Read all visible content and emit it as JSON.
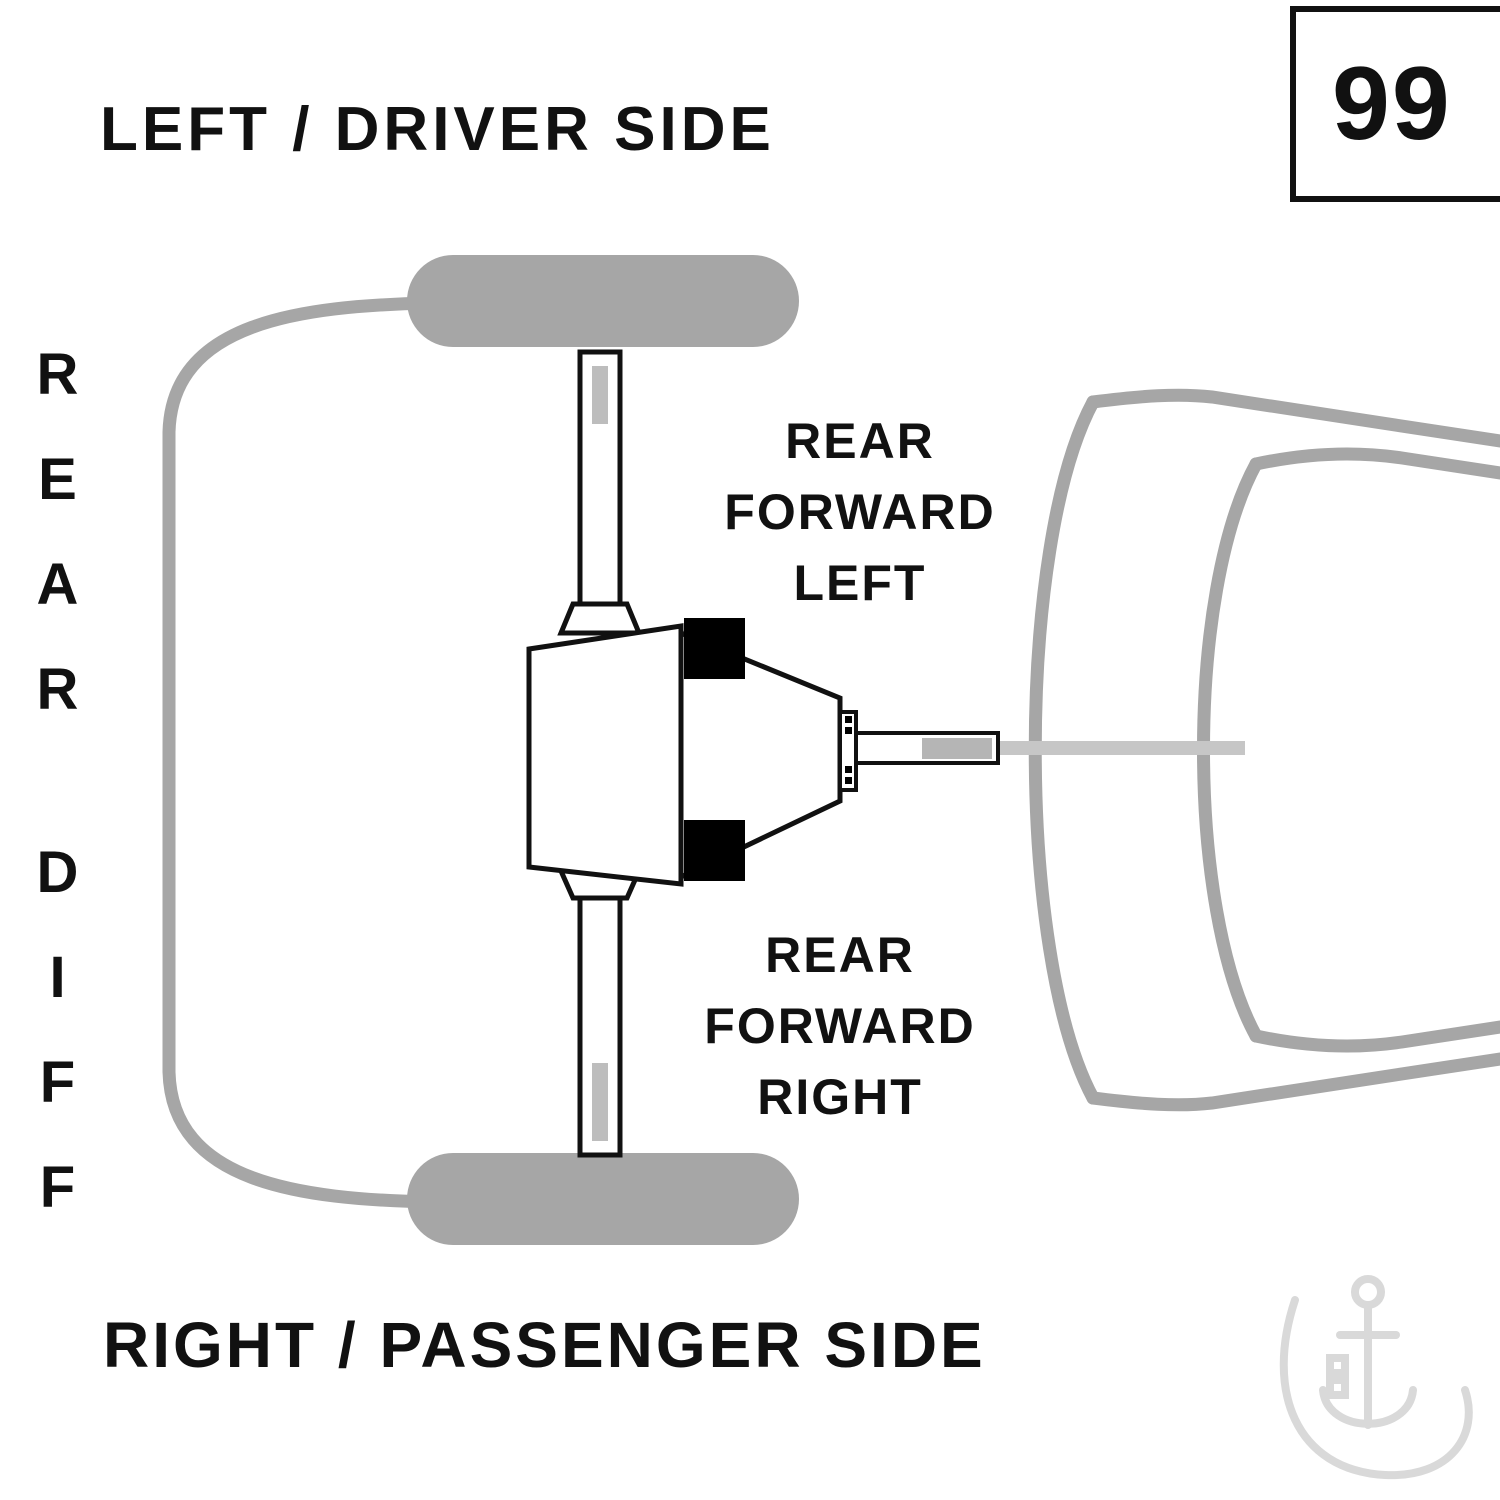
{
  "page": {
    "number": "99"
  },
  "labels": {
    "top_side": "LEFT / DRIVER SIDE",
    "bottom_side": "RIGHT / PASSENGER SIDE",
    "vertical_word1": "REAR",
    "vertical_word2": "DIFF"
  },
  "mounts": {
    "rear_forward_left": {
      "line1": "REAR",
      "line2": "FORWARD",
      "line3": "LEFT"
    },
    "rear_forward_right": {
      "line1": "REAR",
      "line2": "FORWARD",
      "line3": "RIGHT"
    }
  },
  "colors": {
    "body_gray": "#a6a6a6",
    "inner_gray": "#bdbdbd",
    "shaft_gray": "#b5b5b5",
    "centerline_gray": "#c6c6c6",
    "outline_black": "#111111",
    "mount_black": "#000000",
    "watermark_gray": "#d9d9d9"
  }
}
